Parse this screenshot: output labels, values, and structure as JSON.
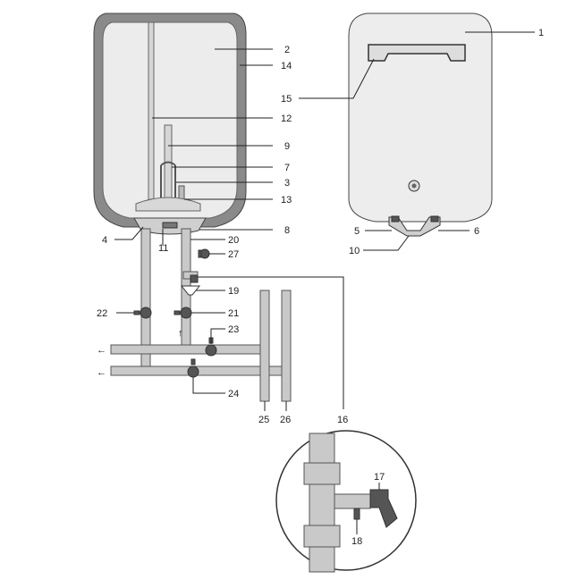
{
  "callouts": {
    "c1": "1",
    "c2": "2",
    "c3": "3",
    "c4": "4",
    "c5": "5",
    "c6": "6",
    "c7": "7",
    "c8": "8",
    "c9": "9",
    "c10": "10",
    "c11": "11",
    "c12": "12",
    "c13": "13",
    "c14": "14",
    "c15": "15",
    "c16": "16",
    "c17": "17",
    "c18": "18",
    "c19": "19",
    "c20": "20",
    "c21": "21",
    "c22": "22",
    "c23": "23",
    "c24": "24",
    "c25": "25",
    "c26": "26",
    "c27": "27"
  },
  "flow_arrows": {
    "up": "↑",
    "left": "←"
  },
  "colors": {
    "tank_outer": "#8a8a8a",
    "tank_inner": "#ececec",
    "pipe": "#c9c9c9",
    "outline": "#555555"
  }
}
